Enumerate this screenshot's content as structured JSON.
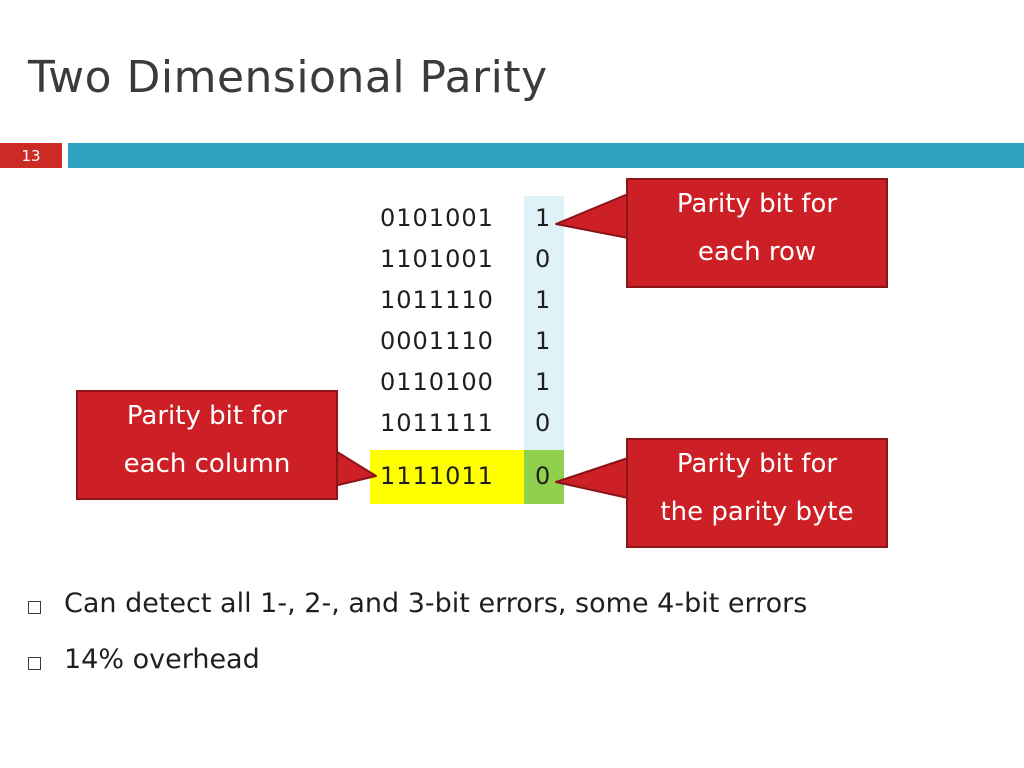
{
  "slide": {
    "title": "Two Dimensional Parity",
    "number": "13"
  },
  "matrix": {
    "rows": [
      {
        "bits": "0101001",
        "parity": "1"
      },
      {
        "bits": "1101001",
        "parity": "0"
      },
      {
        "bits": "1011110",
        "parity": "1"
      },
      {
        "bits": "0001110",
        "parity": "1"
      },
      {
        "bits": "0110100",
        "parity": "1"
      },
      {
        "bits": "1011111",
        "parity": "0"
      }
    ],
    "column_parity": {
      "bits": "1111011",
      "parity": "0"
    }
  },
  "callouts": {
    "row": [
      "Parity bit for",
      "each row"
    ],
    "column": [
      "Parity bit for",
      "each column"
    ],
    "byte": [
      "Parity bit for",
      "the parity byte"
    ]
  },
  "bullets": [
    "Can detect all 1-, 2-, and 3-bit errors, some 4-bit errors",
    "14% overhead"
  ],
  "colors": {
    "accent_red": "#cc2026",
    "bar_blue": "#2ea1c0",
    "row_highlight": "#ffff00",
    "column_highlight": "#def2f8",
    "corner_highlight": "#8fd14f"
  }
}
